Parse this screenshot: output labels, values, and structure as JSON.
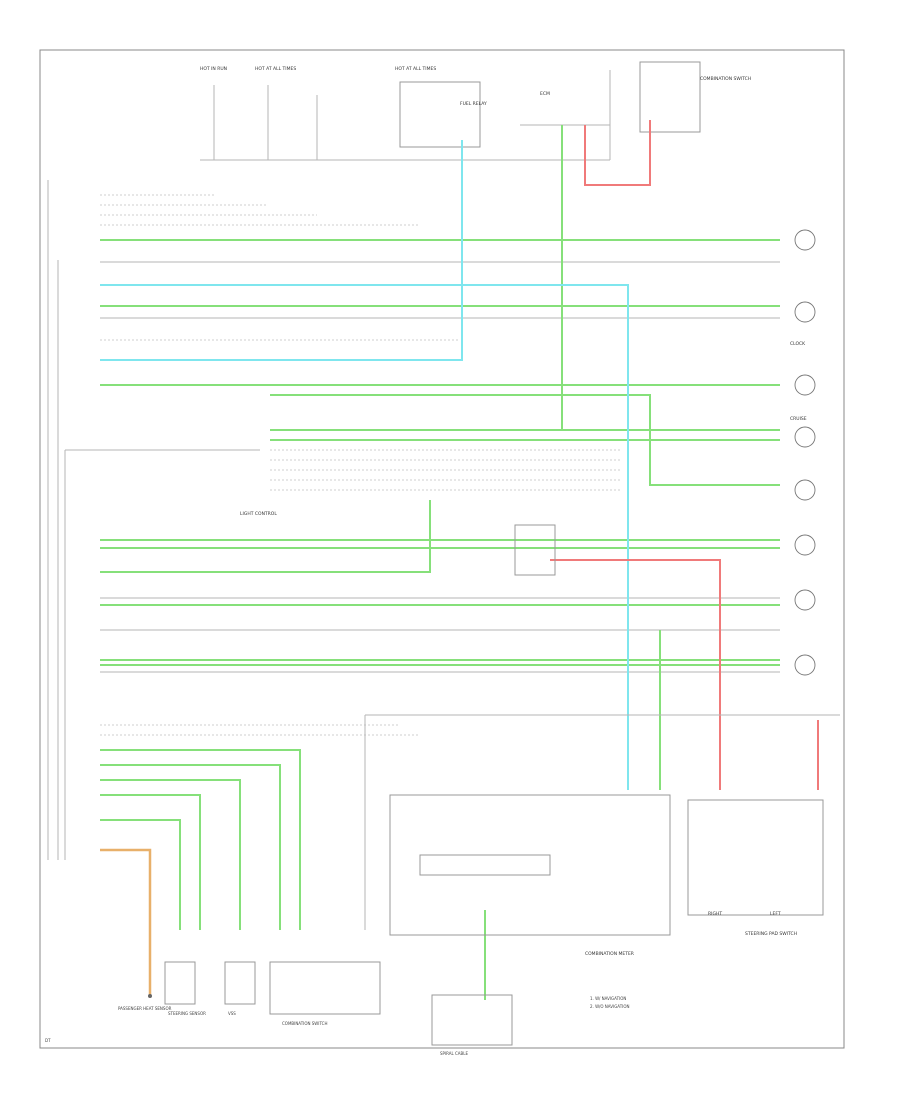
{
  "diagram": {
    "top_fuse_labels": [
      "HOT IN RUN",
      "HOT AT ALL TIMES",
      "HOT AT ALL TIMES"
    ],
    "main_relay_label": "FUEL RELAY",
    "ecm_label": "ECM",
    "combination_switch_label": "COMBINATION SWITCH",
    "clock_label": "CLOCK",
    "cruise_label": "CRUISE",
    "light_control_label": "LIGHT CONTROL",
    "meter_label": "COMBINATION METER",
    "steering_switch_label": "STEERING PAD SWITCH",
    "right_label": "RIGHT",
    "left_label": "LEFT",
    "footnotes": [
      "1. W/ NAVIGATION",
      "2. W/O NAVIGATION"
    ],
    "bottom_components": [
      "PASSENGER HEAT SENSOR",
      "STEERING SENSOR",
      "VSS",
      "COMBINATION SWITCH",
      "SPIRAL CABLE"
    ],
    "corner_code": "DT"
  }
}
